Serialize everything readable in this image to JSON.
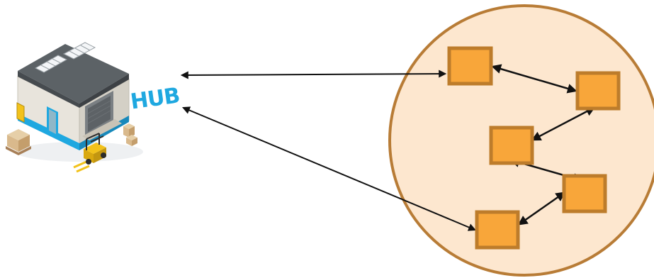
{
  "hub": {
    "label": "HUB"
  },
  "colors": {
    "hub_label": "#1fa8e0",
    "circle_fill": "#fde7cf",
    "circle_stroke": "#b87c36",
    "node_fill": "#f8a63a",
    "node_stroke": "#bd7c2b",
    "arrow": "#111111",
    "roof": "#5c6266",
    "wall": "#e8e4dc",
    "wall_shade": "#d4d0c6",
    "base_stripe": "#1fa8e0",
    "forklift": "#f2c21b",
    "pallet_boxes": "#d9b98c"
  },
  "icons": [
    "warehouse-icon",
    "forklift-icon",
    "pallet-boxes-icon"
  ],
  "nodes": [
    "node-1",
    "node-2",
    "node-3",
    "node-4",
    "node-5"
  ],
  "connections": [
    {
      "from": "hub",
      "to": "node-1",
      "direction": "both"
    },
    {
      "from": "hub",
      "to": "node-5",
      "direction": "both"
    },
    {
      "from": "node-1",
      "to": "node-2",
      "direction": "both"
    },
    {
      "from": "node-2",
      "to": "node-3",
      "direction": "both"
    },
    {
      "from": "node-3",
      "to": "node-4",
      "direction": "both"
    },
    {
      "from": "node-4",
      "to": "node-5",
      "direction": "both"
    }
  ]
}
